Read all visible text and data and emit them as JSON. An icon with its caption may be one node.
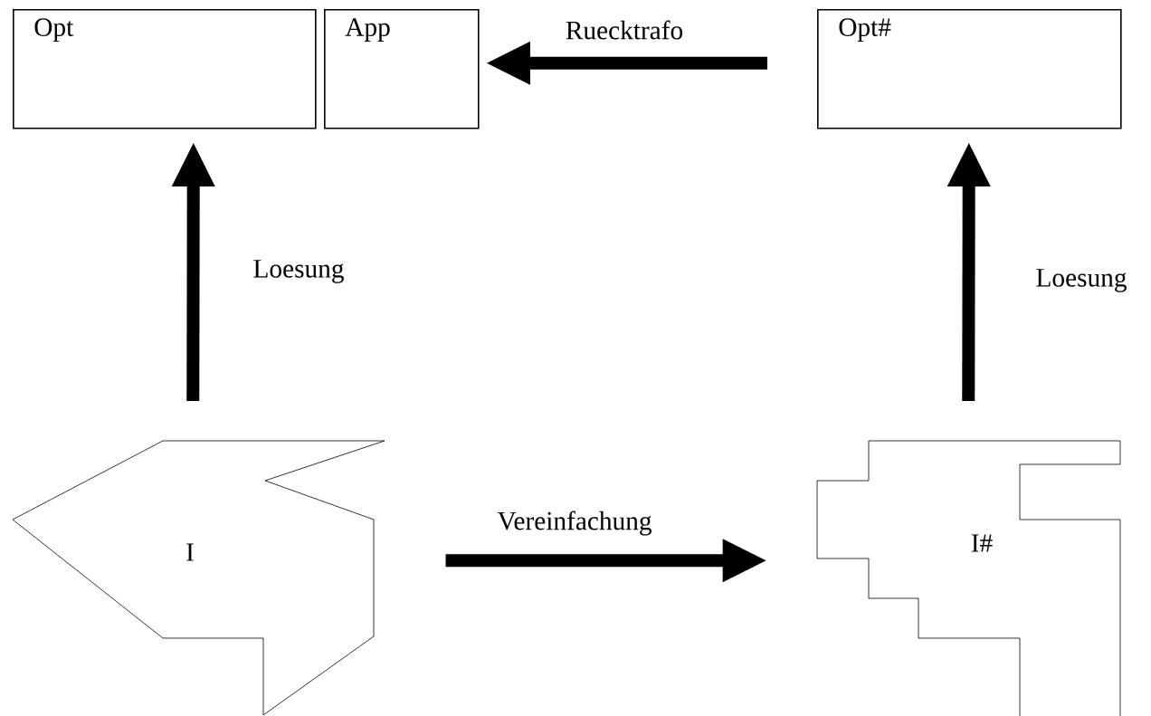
{
  "diagram": {
    "nodes": [
      {
        "text": [
          "Opt"
        ]
      },
      {
        "text": [
          "App"
        ]
      },
      {
        "text": [
          "Opt#"
        ]
      },
      {
        "text": [
          "I"
        ]
      },
      {
        "text": [
          "I#"
        ]
      }
    ],
    "edges": [
      {
        "from": 3,
        "to": 0,
        "arrow": "to",
        "label": "Loesung"
      },
      {
        "from": 4,
        "to": 2,
        "arrow": "to",
        "label": "Loesung"
      },
      {
        "from": 2,
        "to": 1,
        "arrow": "to",
        "label": "Ruecktrafo"
      },
      {
        "from": 3,
        "to": 4,
        "arrow": "to",
        "label": "Vereinfachung"
      }
    ]
  }
}
